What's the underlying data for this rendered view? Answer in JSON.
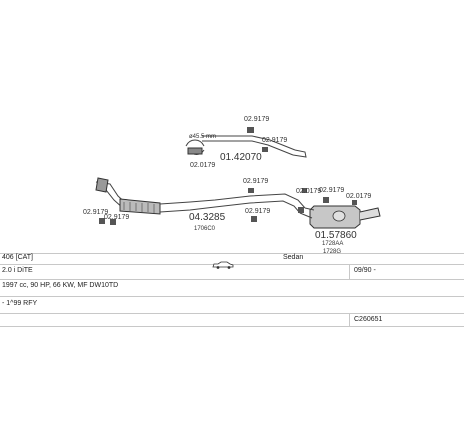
{
  "parts": {
    "upper_pipe_number": "01.42070",
    "upper_ref_1": "02.9179",
    "upper_ref_2": "02.9179",
    "upper_dim": "ø45.5 mm",
    "upper_ref_3": "02.0179",
    "front_ref_1": "02.9179",
    "front_ref_2": "02.9179",
    "middle_pipe_number": "04.3285",
    "middle_sub": "1706C0",
    "middle_ref_1": "02.9179",
    "middle_ref_2": "02.9179",
    "rear_muffler_number": "01.57860",
    "rear_sub_1": "1728AA",
    "rear_sub_2": "1728G",
    "rear_ref_1": "02.0179",
    "rear_ref_2": "02.9179",
    "rear_ref_3": "02.0179"
  },
  "info": {
    "model": "406 [CAT]",
    "body": "Sedan",
    "engine": "2.0 i DiTE",
    "date": "09/90 -",
    "spec": "1997 cc, 90 HP, 66 KW, MF DW10TD",
    "code": "- 1^99 RFY",
    "ref_code": "C260651"
  },
  "icons": {
    "car": "sedan-car-icon"
  }
}
